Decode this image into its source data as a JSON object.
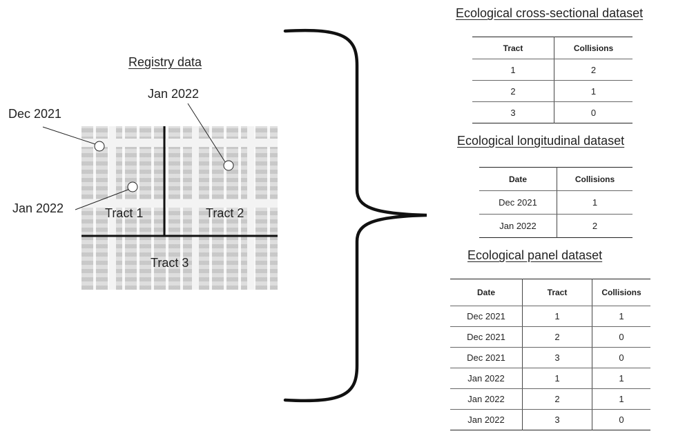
{
  "registry": {
    "title": "Registry data",
    "callouts": [
      {
        "label": "Dec 2021"
      },
      {
        "label": "Jan 2022"
      },
      {
        "label": "Jan 2022"
      }
    ],
    "tracts": [
      "Tract 1",
      "Tract 2",
      "Tract 3"
    ]
  },
  "cross_sectional": {
    "title": "Ecological cross-sectional dataset",
    "headers": [
      "Tract",
      "Collisions"
    ],
    "rows": [
      [
        "1",
        "2"
      ],
      [
        "2",
        "1"
      ],
      [
        "3",
        "0"
      ]
    ]
  },
  "longitudinal": {
    "title": "Ecological longitudinal dataset",
    "headers": [
      "Date",
      "Collisions"
    ],
    "rows": [
      [
        "Dec 2021",
        "1"
      ],
      [
        "Jan 2022",
        "2"
      ]
    ]
  },
  "panel": {
    "title": "Ecological panel dataset",
    "headers": [
      "Date",
      "Tract",
      "Collisions"
    ],
    "rows": [
      [
        "Dec 2021",
        "1",
        "1"
      ],
      [
        "Dec 2021",
        "2",
        "0"
      ],
      [
        "Dec 2021",
        "3",
        "0"
      ],
      [
        "Jan 2022",
        "1",
        "1"
      ],
      [
        "Jan 2022",
        "2",
        "1"
      ],
      [
        "Jan 2022",
        "3",
        "0"
      ]
    ]
  }
}
